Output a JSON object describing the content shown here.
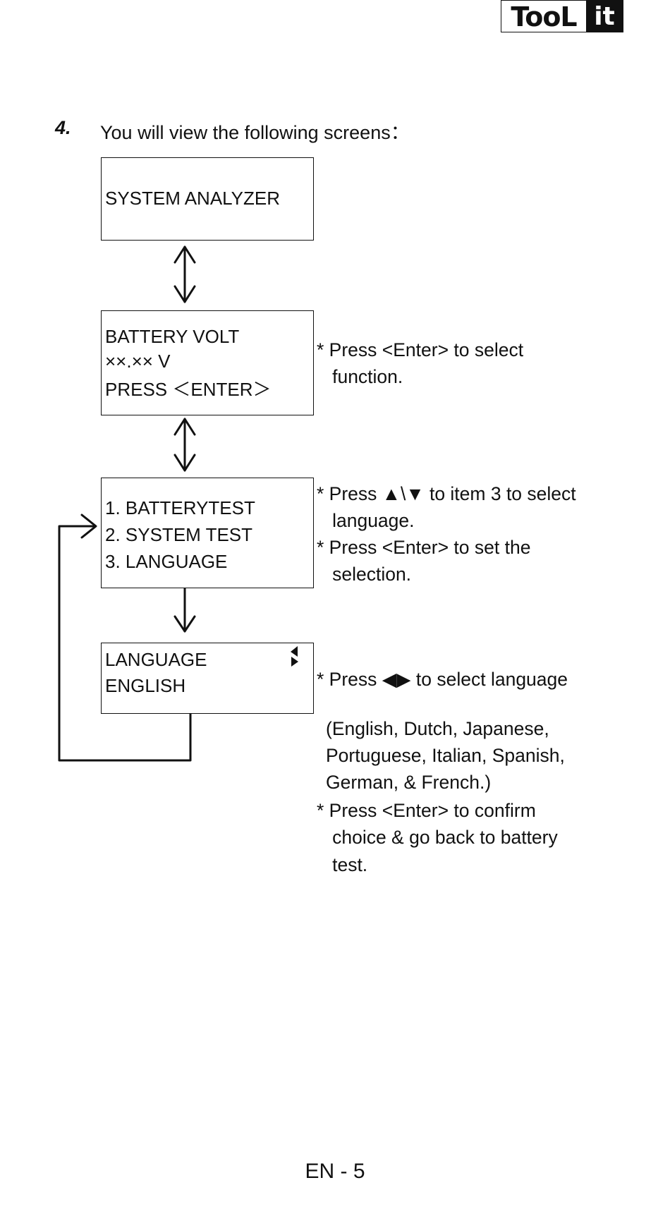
{
  "logo": {
    "left_text": "TooL",
    "right_text": "it"
  },
  "step": {
    "number": "4.",
    "heading": "You will view the following screens："
  },
  "screens": [
    {
      "lines": [
        "SYSTEM  ANALYZER"
      ]
    },
    {
      "lines": [
        "BATTERY VOLT",
        "××.×× V",
        "PRESS ＜ENTER＞"
      ]
    },
    {
      "lines": [
        "1. BATTERYTEST",
        "2. SYSTEM TEST",
        "3. LANGUAGE"
      ]
    },
    {
      "lines": [
        "LANGUAGE",
        "ENGLISH"
      ]
    }
  ],
  "notes": {
    "battery": [
      "* Press <Enter> to select",
      "   function."
    ],
    "menu": [
      "* Press ▲\\▼ to item 3 to select",
      "   language.",
      "* Press <Enter> to set the",
      "   selection."
    ],
    "language_select": "* Press ◀▶ to select language",
    "language_list": [
      "(English, Dutch, Japanese,",
      "Portuguese, Italian, Spanish,",
      "German, & French.)"
    ],
    "confirm": [
      "* Press <Enter> to confirm",
      "   choice & go back to battery",
      "   test."
    ]
  },
  "footer": {
    "page": "EN - 5"
  }
}
